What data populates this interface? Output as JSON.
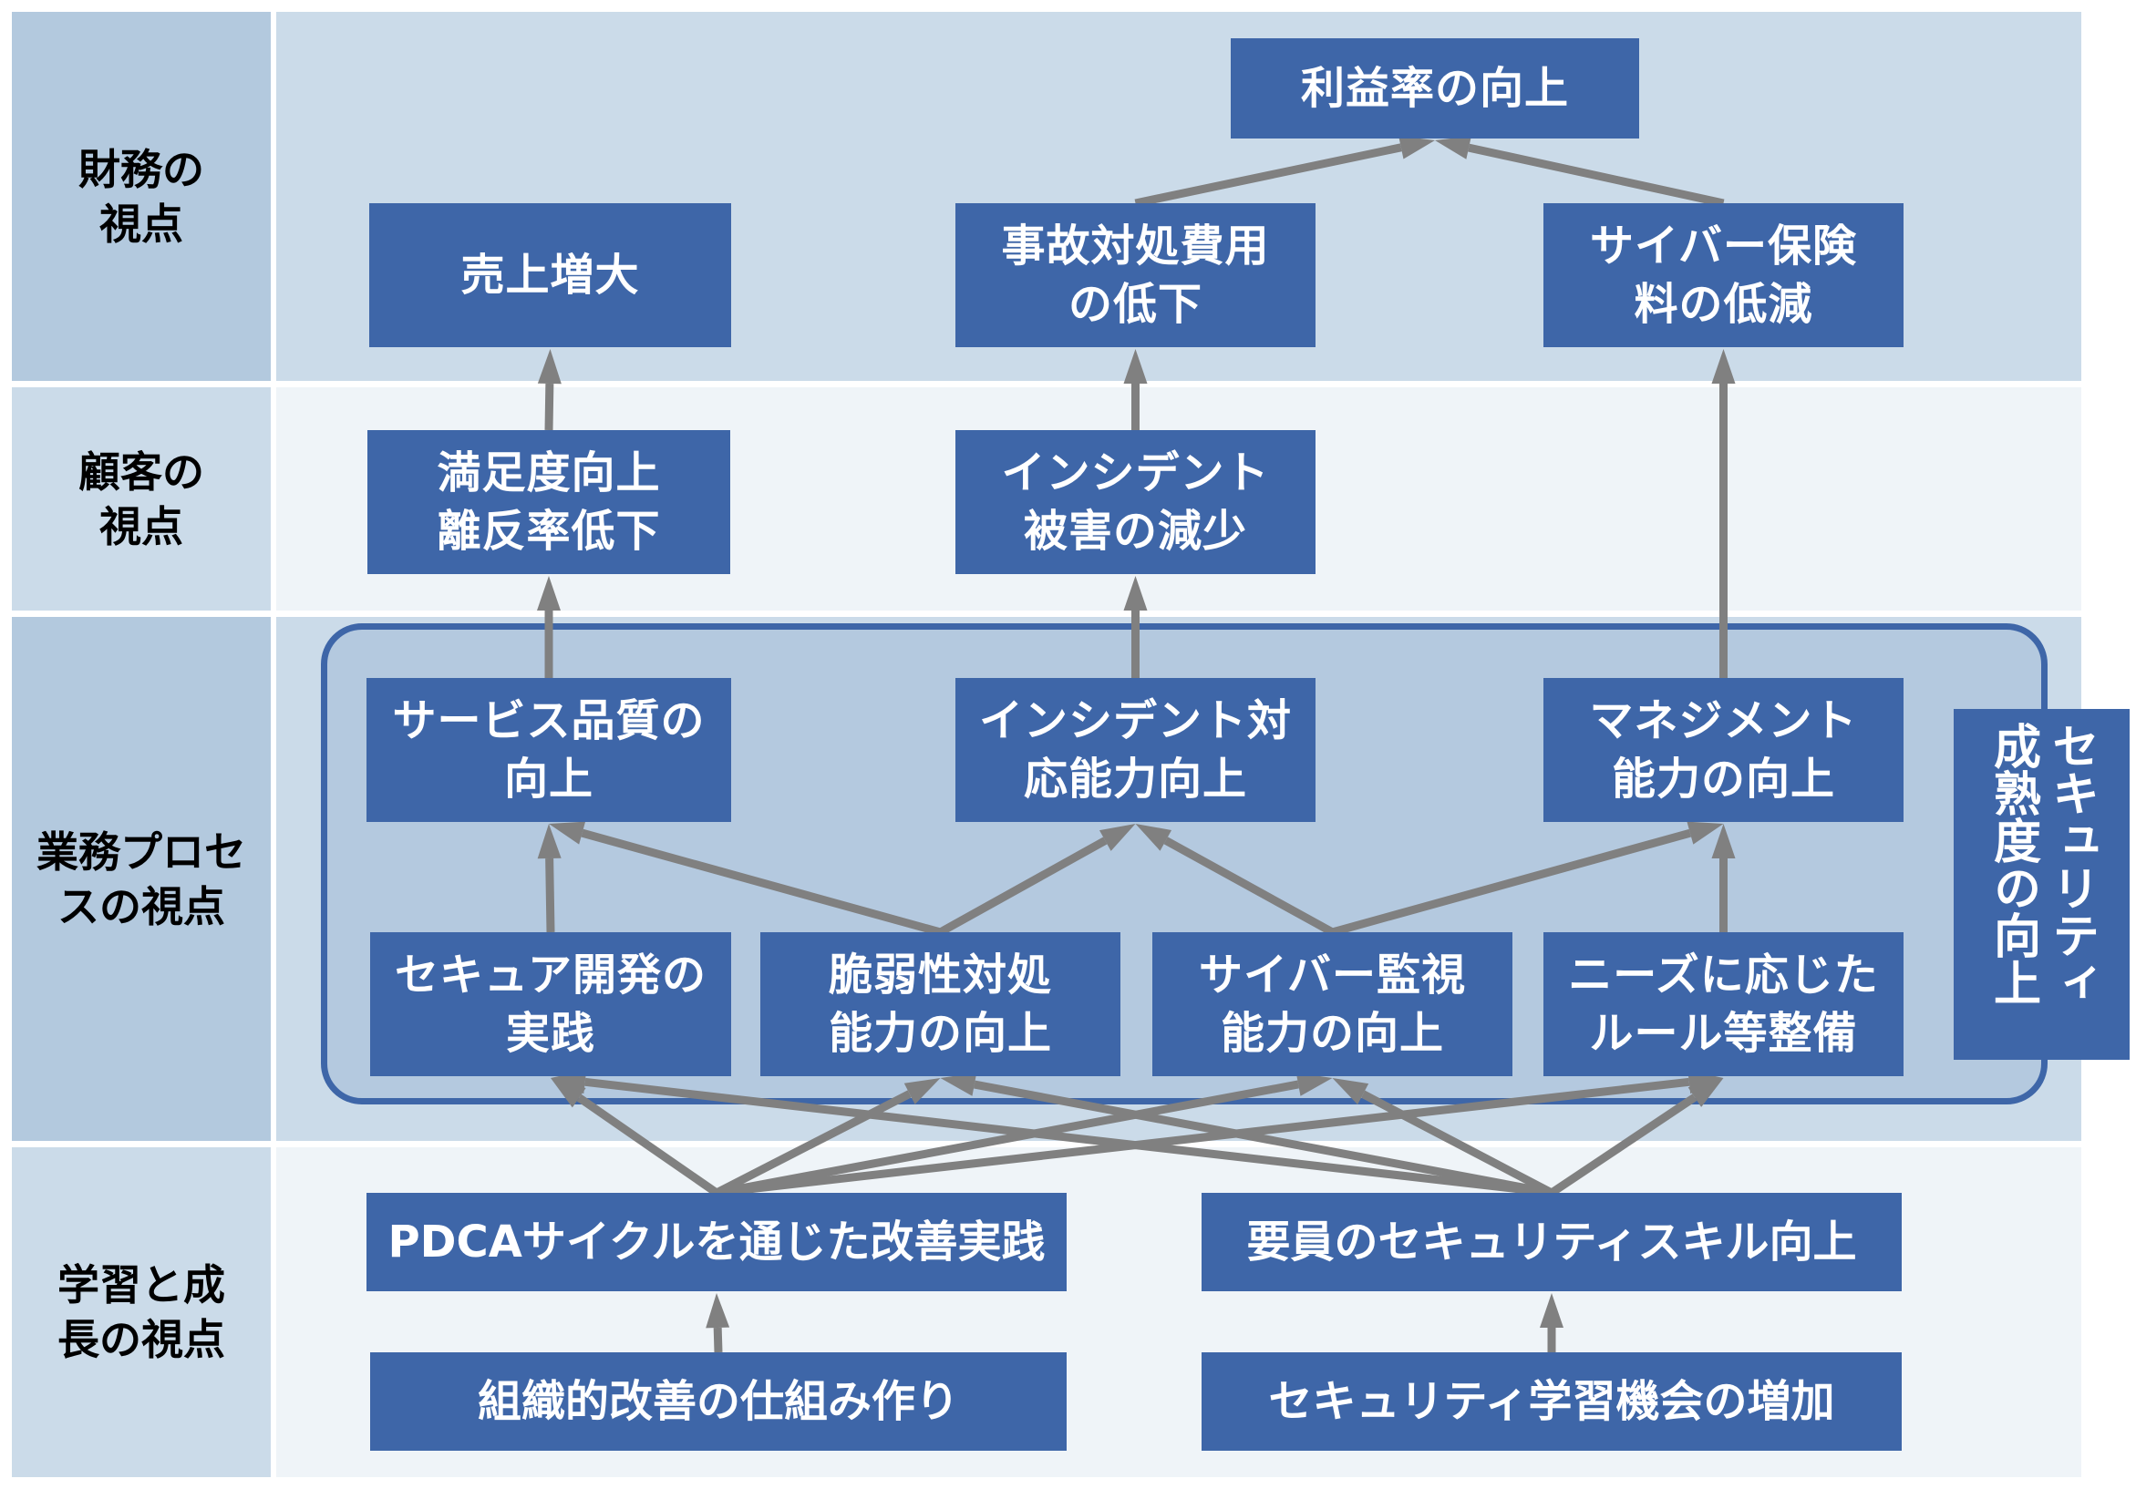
{
  "perspectives": [
    {
      "id": "financial",
      "label": "財務の\n視点"
    },
    {
      "id": "customer",
      "label": "顧客の\n視点"
    },
    {
      "id": "process",
      "label": "業務プロセ\nスの視点"
    },
    {
      "id": "learning",
      "label": "学習と成\n長の視点"
    }
  ],
  "nodes": {
    "profit": "利益率の向上",
    "sales": "売上増大",
    "incident_cost": "事故対処費用\nの低下",
    "insurance": "サイバー保険\n料の低減",
    "satisfaction": "満足度向上\n離反率低下",
    "incident_damage": "インシデント\n被害の減少",
    "service_quality": "サービス品質の\n向上",
    "incident_response": "インシデント対\n応能力向上",
    "management": "マネジメント\n能力の向上",
    "secure_dev": "セキュア開発の\n実践",
    "vuln": "脆弱性対処\n能力の向上",
    "monitoring": "サイバー監視\n能力の向上",
    "rules": "ニーズに応じた\nルール等整備",
    "pdca": "PDCAサイクルを通じた改善実践",
    "skills": "要員のセキュリティスキル向上",
    "org": "組織的改善の仕組み作り",
    "learning_ops": "セキュリティ学習機会の増加"
  },
  "group_label": "セキュリティ成熟度の向上",
  "edges": [
    [
      "incident_cost",
      "profit"
    ],
    [
      "insurance",
      "profit"
    ],
    [
      "satisfaction",
      "sales"
    ],
    [
      "incident_damage",
      "incident_cost"
    ],
    [
      "management",
      "insurance"
    ],
    [
      "service_quality",
      "satisfaction"
    ],
    [
      "incident_response",
      "incident_damage"
    ],
    [
      "secure_dev",
      "service_quality"
    ],
    [
      "vuln",
      "service_quality"
    ],
    [
      "vuln",
      "incident_response"
    ],
    [
      "monitoring",
      "incident_response"
    ],
    [
      "monitoring",
      "management"
    ],
    [
      "rules",
      "management"
    ],
    [
      "pdca",
      "secure_dev"
    ],
    [
      "pdca",
      "vuln"
    ],
    [
      "pdca",
      "monitoring"
    ],
    [
      "pdca",
      "rules"
    ],
    [
      "skills",
      "secure_dev"
    ],
    [
      "skills",
      "vuln"
    ],
    [
      "skills",
      "monitoring"
    ],
    [
      "skills",
      "rules"
    ],
    [
      "org",
      "pdca"
    ],
    [
      "learning_ops",
      "skills"
    ]
  ],
  "colors": {
    "box": "#3e66a8",
    "arrow": "#808080"
  }
}
